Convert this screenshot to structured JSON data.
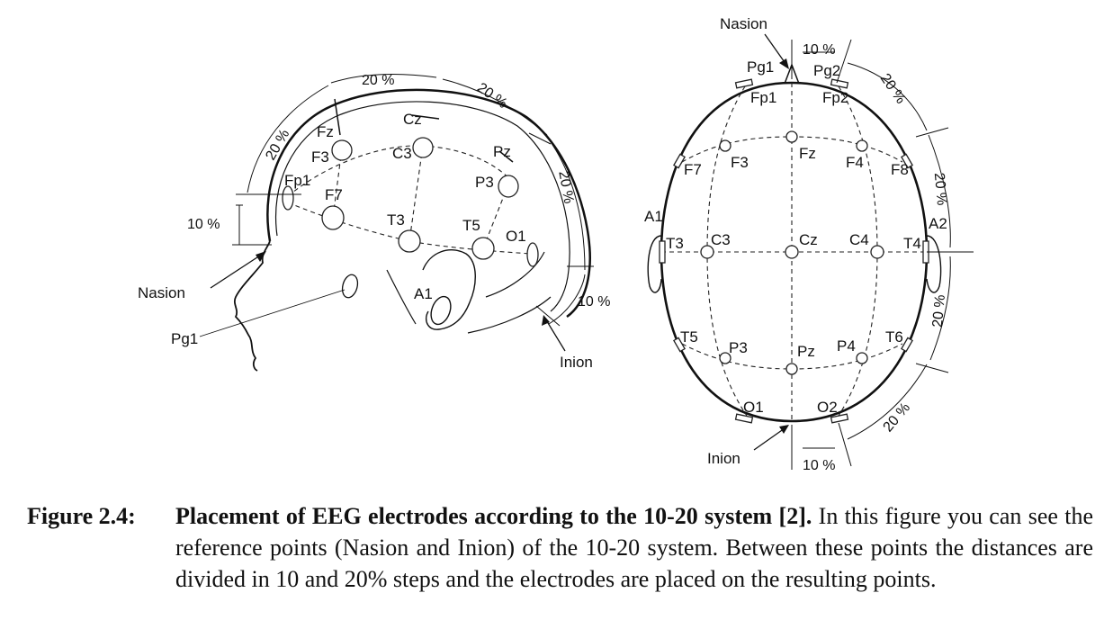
{
  "side_view": {
    "labels": {
      "nasion": "Nasion",
      "inion": "Inion",
      "pg1": "Pg1",
      "a1": "A1",
      "fp1": "Fp1",
      "f7": "F7",
      "f3": "F3",
      "fz": "Fz",
      "cz": "Cz",
      "c3": "C3",
      "p3": "P3",
      "pz": "Pz",
      "t3": "T3",
      "t5": "T5",
      "o1": "O1"
    },
    "percents": [
      "10 %",
      "20 %",
      "20 %",
      "20 %",
      "20 %",
      "10 %"
    ]
  },
  "top_view": {
    "labels": {
      "nasion": "Nasion",
      "inion": "Inion",
      "pg1": "Pg1",
      "pg2": "Pg2",
      "fp1": "Fp1",
      "fp2": "Fp2",
      "f7": "F7",
      "f3": "F3",
      "fz": "Fz",
      "f4": "F4",
      "f8": "F8",
      "a1": "A1",
      "a2": "A2",
      "t3": "T3",
      "c3": "C3",
      "cz": "Cz",
      "c4": "C4",
      "t4": "T4",
      "t5": "T5",
      "p3": "P3",
      "pz": "Pz",
      "p4": "P4",
      "t6": "T6",
      "o1": "O1",
      "o2": "O2"
    },
    "percents": [
      "10 %",
      "20 %",
      "20 %",
      "20 %",
      "20 %",
      "10 %"
    ]
  },
  "caption": {
    "figure_number": "Figure 2.4:",
    "title": "Placement of EEG electrodes according to the 10-20 system [2].",
    "text": " In this figure you can see the reference points (Nasion and Inion) of the 10-20 system. Between these points the distances are divided in 10 and 20% steps and the electrodes are placed on the resulting points."
  }
}
